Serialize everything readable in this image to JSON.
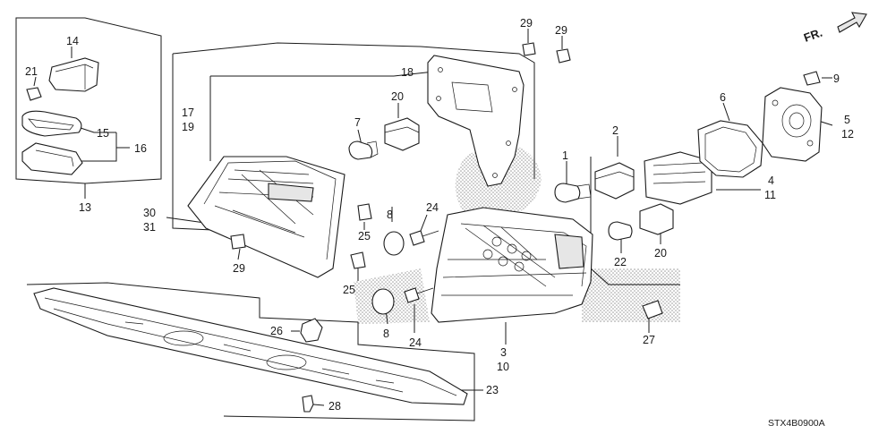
{
  "diagram_code": "STX4B0900A",
  "direction_label": "FR.",
  "callouts": {
    "c1": "1",
    "c2": "2",
    "c3": "3",
    "c4": "4",
    "c5": "5",
    "c6": "6",
    "c7": "7",
    "c8a": "8",
    "c8b": "8",
    "c9": "9",
    "c10": "10",
    "c11": "11",
    "c12": "12",
    "c13": "13",
    "c14": "14",
    "c15": "15",
    "c16": "16",
    "c17": "17",
    "c18": "18",
    "c19": "19",
    "c20a": "20",
    "c20b": "20",
    "c21": "21",
    "c22": "22",
    "c23": "23",
    "c24a": "24",
    "c24b": "24",
    "c25a": "25",
    "c25b": "25",
    "c26": "26",
    "c27": "27",
    "c28": "28",
    "c29a": "29",
    "c29b": "29",
    "c29c": "29",
    "c30": "30",
    "c31": "31"
  },
  "icons": [
    "front-direction-arrow-icon"
  ]
}
